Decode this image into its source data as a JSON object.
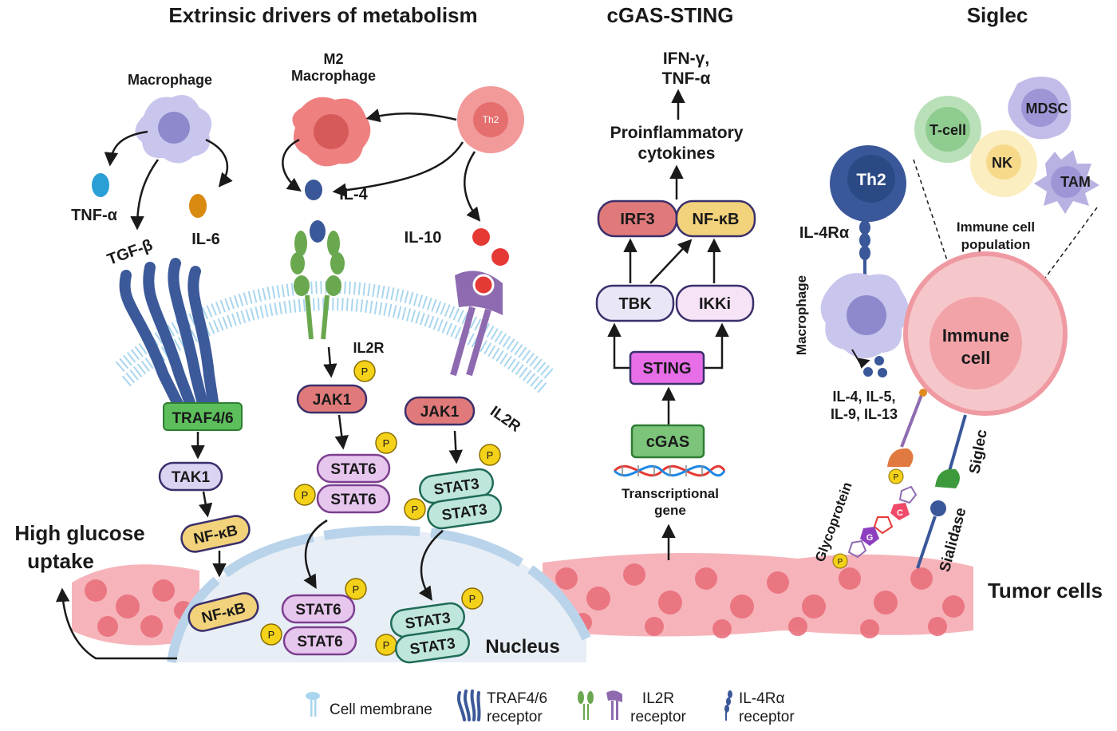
{
  "sections": {
    "extrinsic_title": "Extrinsic drivers of metabolism",
    "cgas_title": "cGAS-STING",
    "siglec_title": "Siglec"
  },
  "extrinsic": {
    "macrophage": "Macrophage",
    "m2_macrophage_line1": "M2",
    "m2_macrophage_line2": "Macrophage",
    "th2": "Th2",
    "tnf_alpha": "TNF-α",
    "il6": "IL-6",
    "tgf_beta": "TGF-β",
    "il4": "IL-4",
    "il10": "IL-10",
    "il2r_top": "IL2R",
    "il2r_side": "IL2R",
    "traf": "TRAF4/6",
    "tak1": "TAK1",
    "nfkb_cyto": "NF-κB",
    "nfkb_nuc": "NF-κB",
    "jak1_left": "JAK1",
    "jak1_right": "JAK1",
    "stat6_a": "STAT6",
    "stat6_b": "STAT6",
    "stat6_c": "STAT6",
    "stat6_d": "STAT6",
    "stat3_a": "STAT3",
    "stat3_b": "STAT3",
    "stat3_c": "STAT3",
    "stat3_d": "STAT3",
    "phospho": "P",
    "high_glucose_line1": "High glucose",
    "high_glucose_line2": "uptake",
    "nucleus": "Nucleus"
  },
  "cgas": {
    "ifn_line1": "IFN-γ,",
    "ifn_line2": "TNF-α",
    "proinflam_line1": "Proinflammatory",
    "proinflam_line2": "cytokines",
    "irf3": "IRF3",
    "nfkb": "NF-κB",
    "tbk": "TBK",
    "ikki": "IKKi",
    "sting": "STING",
    "cgas": "cGAS",
    "transcriptional_line1": "Transcriptional",
    "transcriptional_line2": "gene"
  },
  "siglec": {
    "mdsc": "MDSC",
    "tcell": "T-cell",
    "nk": "NK",
    "tam": "TAM",
    "th2": "Th2",
    "il4ra": "IL-4Rα",
    "immune_pop_line1": "Immune cell",
    "immune_pop_line2": "population",
    "macrophage": "Macrophage",
    "immune_cell_line1": "Immune",
    "immune_cell_line2": "cell",
    "ils_line1": "IL-4, IL-5,",
    "ils_line2": "IL-9, IL-13",
    "glycoprotein": "Glycoprotein",
    "siglec_label": "Siglec",
    "sialidase": "Sialidase",
    "sugar_c": "C",
    "sugar_g": "G",
    "tumor_cells": "Tumor cells"
  },
  "legend": {
    "cell_membrane": "Cell membrane",
    "traf_line1": "TRAF4/6",
    "traf_line2": "receptor",
    "il2r_line1": "IL2R",
    "il2r_line2": "receptor",
    "il4ra_line1": "IL-4Rα",
    "il4ra_line2": "receptor"
  },
  "colors": {
    "membrane": "#a9d6ee",
    "traf_receptor": "#3c5a9a",
    "il2r_green": "#6aa84f",
    "il2r_purple": "#8e6bb0",
    "jak1": "#e07a7a",
    "stat6": "#e7c6ee",
    "stat3": "#bfe6dc",
    "nfkb": "#f2d27a",
    "tak1": "#dcd3f2",
    "traf_box": "#5cbf5c",
    "phospho": "#f5d21a",
    "tumor": "#f08e96",
    "irf3": "#e07a7a",
    "sting": "#e86ee8",
    "cgas": "#7cc47a",
    "immune_cell": "#f6b9bd"
  }
}
